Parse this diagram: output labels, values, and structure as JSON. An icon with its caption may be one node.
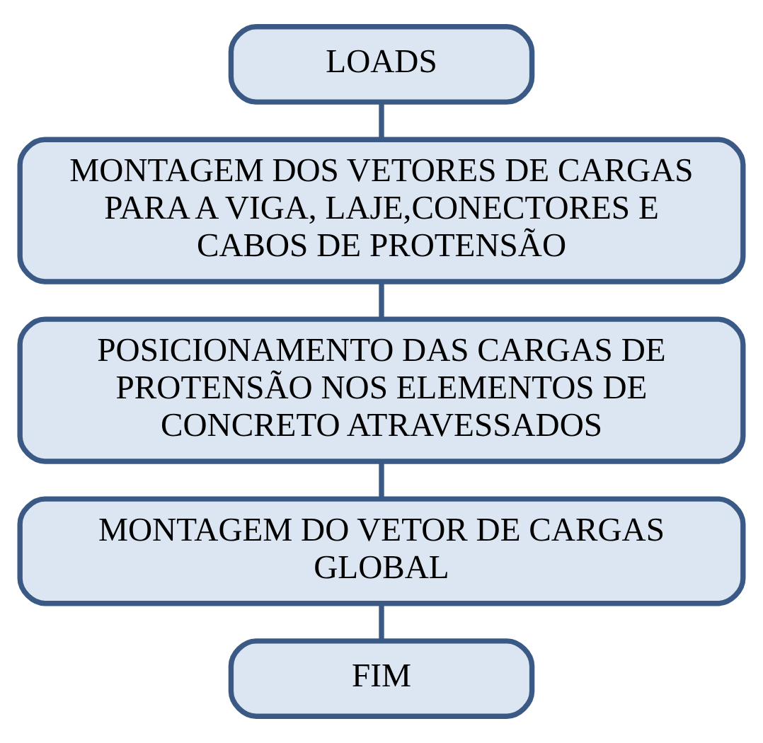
{
  "diagram": {
    "nodes": [
      {
        "text": [
          "LOADS"
        ]
      },
      {
        "text": [
          "MONTAGEM DOS VETORES DE CARGAS PARA A VIGA, LAJE,CONECTORES E CABOS DE PROTENSÃO"
        ]
      },
      {
        "text": [
          "POSICIONAMENTO DAS CARGAS DE PROTENSÃO NOS ELEMENTOS DE CONCRETO ATRAVESSADOS"
        ]
      },
      {
        "text": [
          "MONTAGEM DO VETOR DE CARGAS GLOBAL"
        ]
      },
      {
        "text": [
          "FIM"
        ]
      }
    ],
    "edges": [
      {
        "from": 0,
        "to": 1,
        "arrow": "none"
      },
      {
        "from": 1,
        "to": 2,
        "arrow": "none"
      },
      {
        "from": 2,
        "to": 3,
        "arrow": "none"
      },
      {
        "from": 3,
        "to": 4,
        "arrow": "none"
      }
    ]
  }
}
